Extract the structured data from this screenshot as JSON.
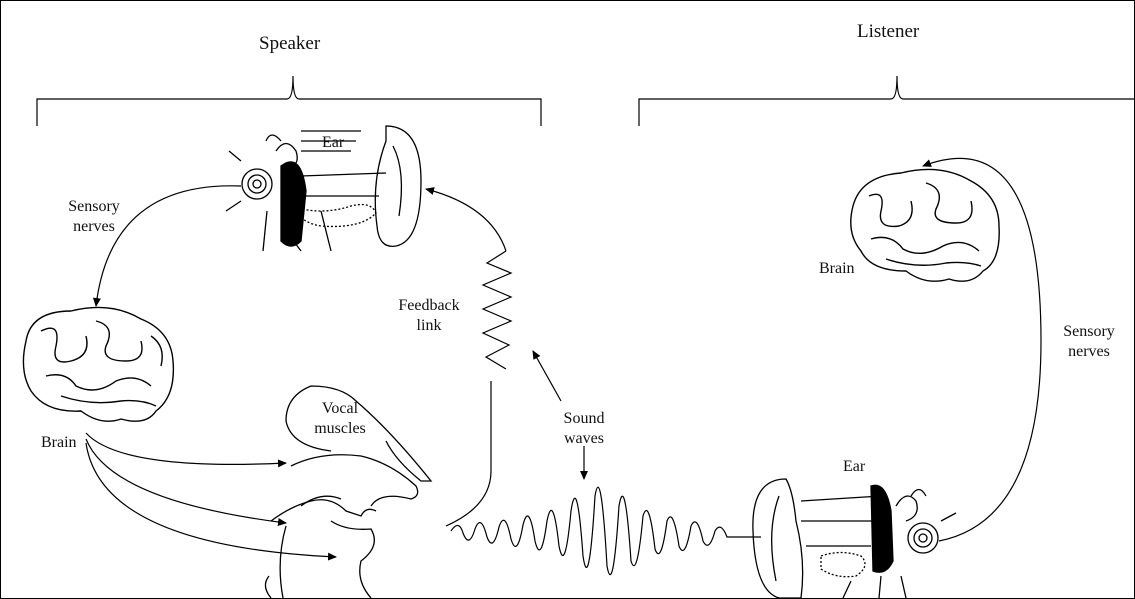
{
  "speaker_label": "Speaker",
  "listener_label": "Listener",
  "speaker": {
    "ear_label": "Ear",
    "sensory_nerves_line1": "Sensory",
    "sensory_nerves_line2": "nerves",
    "brain_label": "Brain",
    "feedback_line1": "Feedback",
    "feedback_line2": "link",
    "vocal_line1": "Vocal",
    "vocal_line2": "muscles"
  },
  "sound_waves_line1": "Sound",
  "sound_waves_line2": "waves",
  "listener": {
    "brain_label": "Brain",
    "sensory_nerves_line1": "Sensory",
    "sensory_nerves_line2": "nerves",
    "ear_label": "Ear"
  }
}
